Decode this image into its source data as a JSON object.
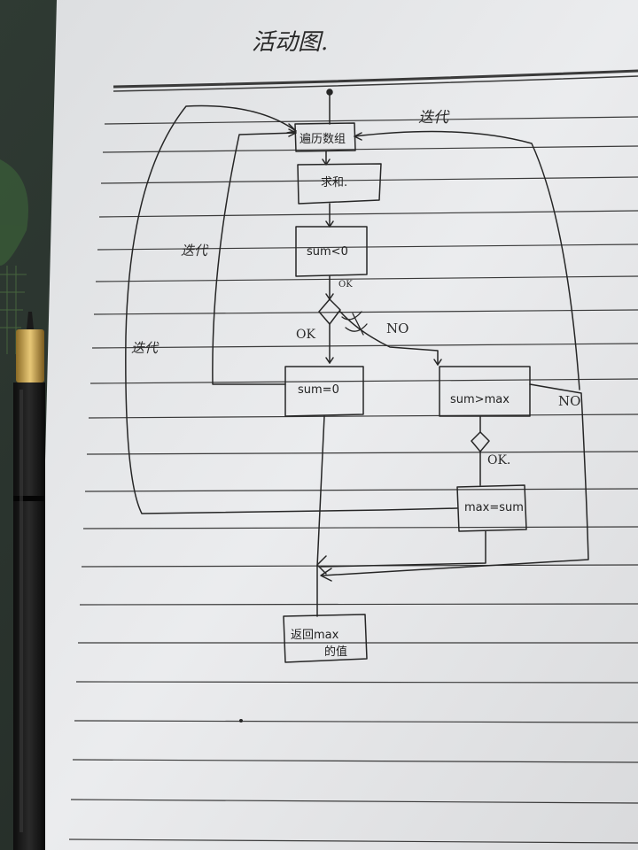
{
  "page": {
    "title": "活动图."
  },
  "diagram": {
    "nodes": {
      "traverse": "遍历数组",
      "sum": "求和.",
      "compare_zero": "sum<0",
      "reset": "sum=0",
      "compare_max": "sum>max",
      "assign": "max=sum",
      "return_line1": "返回max",
      "return_line2": "的值"
    },
    "labels": {
      "iterate_top": "迭代",
      "iterate_left_inner": "迭代",
      "iterate_left_outer": "迭代",
      "ok_left": "OK",
      "no_right": "NO",
      "no_far_right": "NO",
      "ok_lower": "OK.",
      "ok_small": "OK"
    }
  },
  "colors": {
    "paper": "#e9eaec",
    "ink": "#262626",
    "ruled_line": "#3a3a3a",
    "desk": "#4a4d45",
    "pen_gold": "#c8a24a"
  }
}
